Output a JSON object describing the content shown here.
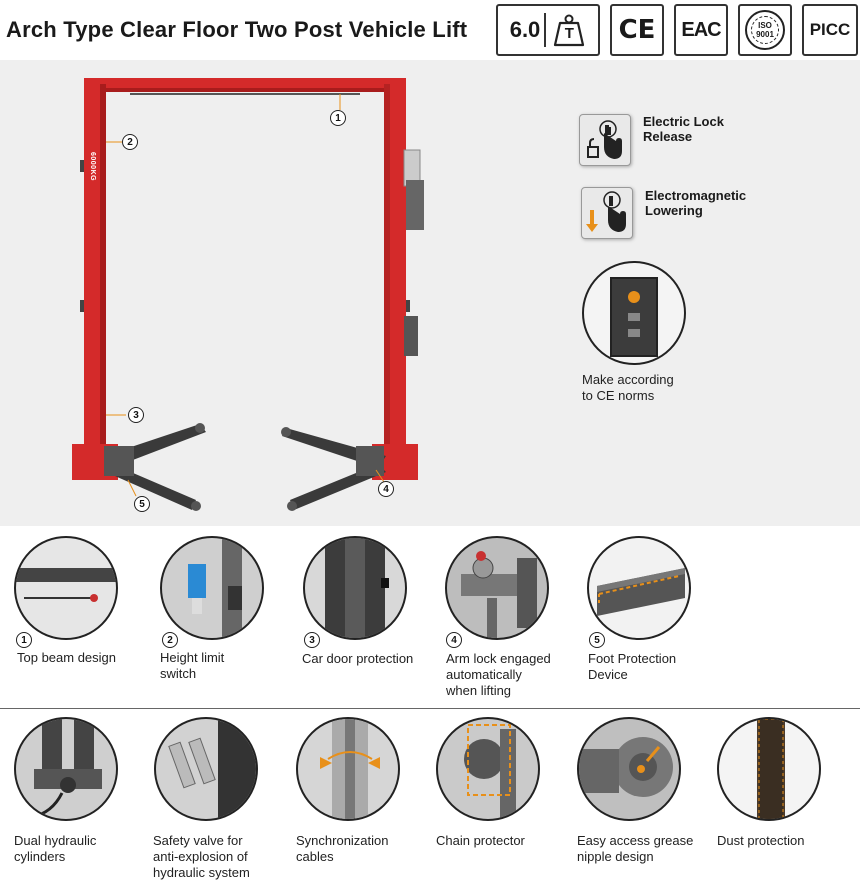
{
  "header": {
    "title": "Arch Type Clear Floor Two Post Vehicle Lift",
    "capacity": "6.0",
    "weight_icon_letter": "T",
    "cert_ce": "CE",
    "cert_eac": "EAC",
    "cert_iso": "ISO",
    "cert_iso_num": "9001",
    "cert_picc": "PICC"
  },
  "hero": {
    "column_text": "6000KG",
    "callouts": [
      "1",
      "2",
      "3",
      "4",
      "5"
    ],
    "features": [
      {
        "label": "Electric Lock\nRelease",
        "icon": "hand-unlock-icon"
      },
      {
        "label": "Electromagnetic\nLowering",
        "icon": "hand-lowering-icon"
      }
    ],
    "ce_label": "Make according\nto CE norms"
  },
  "row1": [
    {
      "num": "1",
      "caption": "Top beam design"
    },
    {
      "num": "2",
      "caption": "Height limit\nswitch"
    },
    {
      "num": "3",
      "caption": "Car door protection"
    },
    {
      "num": "4",
      "caption": "Arm lock engaged\nautomatically\nwhen lifting"
    },
    {
      "num": "5",
      "caption": "Foot Protection\nDevice"
    }
  ],
  "row2": [
    {
      "caption": "Dual hydraulic\ncylinders"
    },
    {
      "caption": "Safety valve for\nanti-explosion of\nhydraulic system"
    },
    {
      "caption": "Synchronization\ncables"
    },
    {
      "caption": "Chain protector"
    },
    {
      "caption": "Easy access grease\nnipple design"
    },
    {
      "caption": "Dust protection"
    }
  ],
  "colors": {
    "lift_red": "#d42a2a",
    "lift_red_dark": "#a81c1c",
    "arm_gray": "#3a3a3a",
    "accent_orange": "#e8901a",
    "hero_bg": "#efefef"
  }
}
